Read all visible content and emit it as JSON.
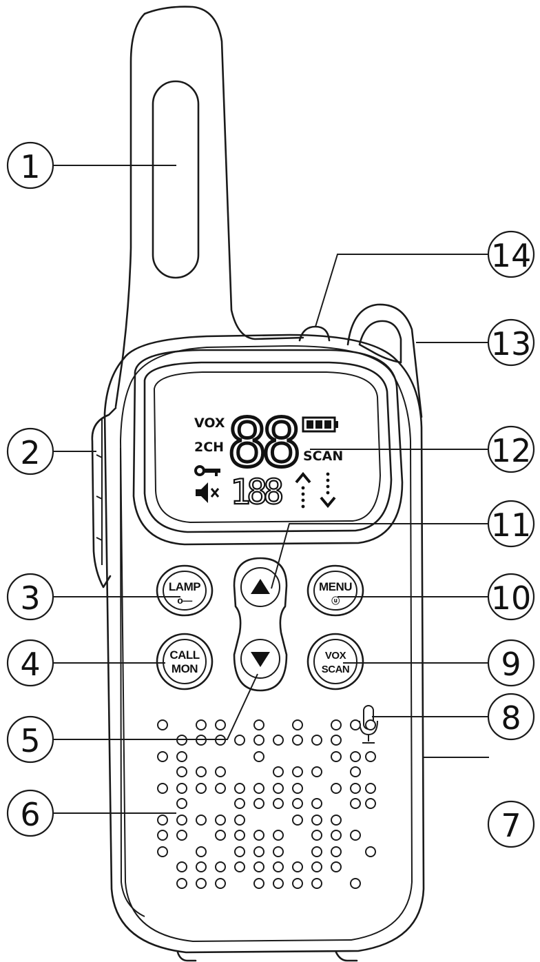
{
  "callouts": [
    "1",
    "2",
    "3",
    "4",
    "5",
    "6",
    "7",
    "8",
    "9",
    "10",
    "11",
    "12",
    "13",
    "14"
  ],
  "buttons": {
    "lamp": {
      "line1": "LAMP",
      "line2": "o—"
    },
    "call_mon": {
      "line1": "CALL",
      "line2": "MON"
    },
    "menu": {
      "line1": "MENU",
      "line2": "ⓤ"
    },
    "vox_scan": {
      "line1": "VOX",
      "line2": "SCAN"
    }
  },
  "lcd": {
    "vox": "VOX",
    "two_ch": "2CH",
    "key_icon": "key-icon",
    "mute_icon": "mute-icon",
    "big_digits": "88",
    "small_digits": "188",
    "scan": "SCAN",
    "battery_icon": "battery-icon",
    "up_icon": "arrow-up-icon",
    "down_icon": "arrow-down-icon"
  },
  "icons": {
    "mic": "microphone-icon",
    "up": "up-arrow-button-icon",
    "down": "down-arrow-button-icon"
  }
}
